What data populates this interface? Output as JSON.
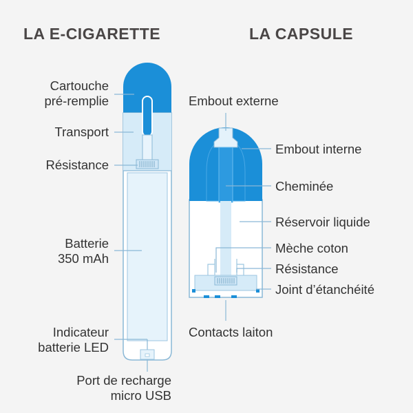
{
  "titles": {
    "ecig": "LA E-CIGARETTE",
    "capsule": "LA CAPSULE"
  },
  "ecig_labels": {
    "cartouche_1": "Cartouche",
    "cartouche_2": "pré-remplie",
    "transport": "Transport",
    "resistance": "Résistance",
    "batterie_1": "Batterie",
    "batterie_2": "350 mAh",
    "indicateur_1": "Indicateur",
    "indicateur_2": "batterie LED",
    "port_1": "Port de recharge",
    "port_2": "micro USB"
  },
  "capsule_labels": {
    "embout_externe": "Embout externe",
    "embout_interne": "Embout interne",
    "cheminee": "Cheminée",
    "reservoir": "Réservoir liquide",
    "meche": "Mèche coton",
    "resistance": "Résistance",
    "joint": "Joint d’étanchéité",
    "contacts": "Contacts laiton"
  },
  "colors": {
    "blue": "#1b8fd8",
    "light_blue": "#d9eefb",
    "line": "#8ab8d6",
    "text": "#333333",
    "background": "#f4f4f4"
  }
}
